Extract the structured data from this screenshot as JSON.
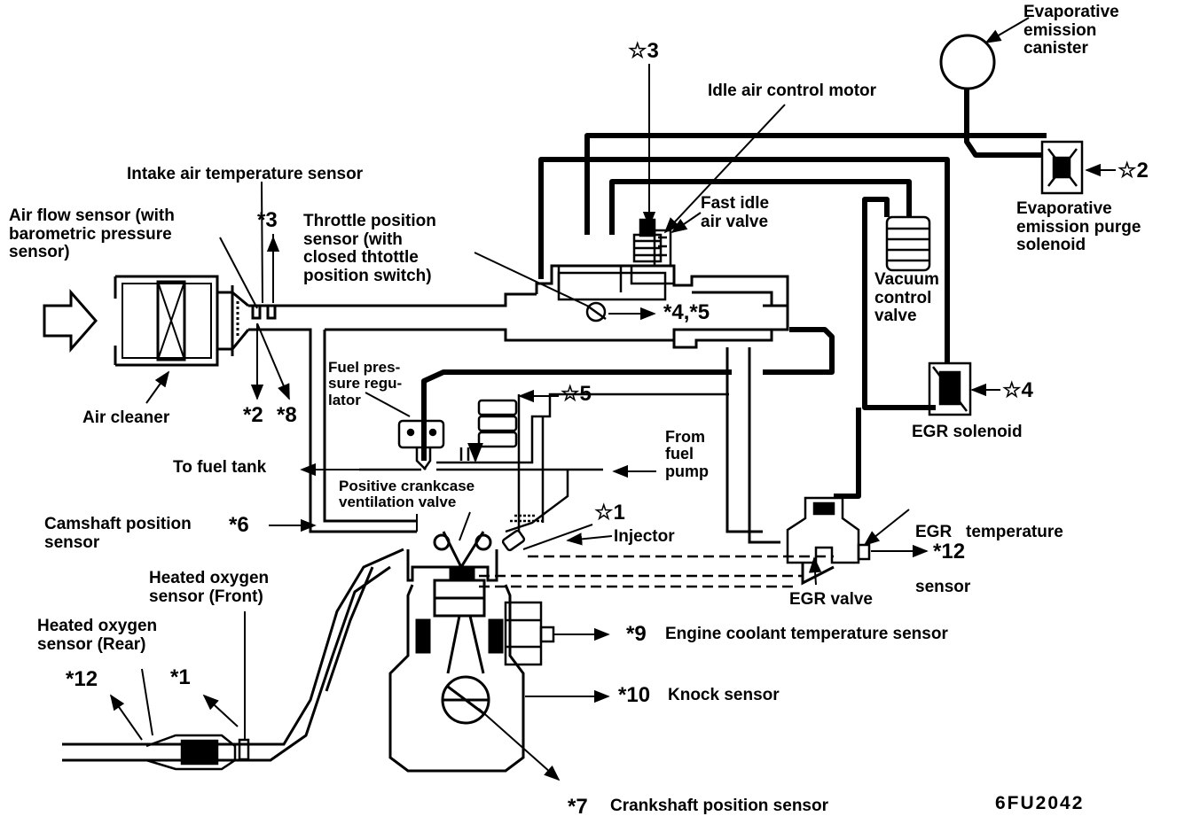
{
  "labels": {
    "evap_canister": [
      "Evaporative",
      "emission",
      "canister"
    ],
    "star3": "☆3",
    "idle_air_control_motor": "Idle air control motor",
    "star2": "☆2",
    "intake_air_temp_sensor": "Intake air temperature sensor",
    "fast_idle_air_valve": [
      "Fast idle",
      "air valve"
    ],
    "evap_purge_solenoid": [
      "Evaporative",
      "emission purge",
      "solenoid"
    ],
    "air_flow_sensor": [
      "Air flow sensor (with",
      "barometric pressure",
      "sensor)"
    ],
    "ref3": "*3",
    "throttle_position_sensor": [
      "Throttle position",
      "sensor (with",
      "closed thtottle",
      "position switch)"
    ],
    "vacuum_control_valve": [
      "Vacuum",
      "control",
      "valve"
    ],
    "ref45": "*4,*5",
    "ref2": "*2",
    "ref8": "*8",
    "air_cleaner": "Air cleaner",
    "fuel_pressure_regulator": [
      "Fuel pres-",
      "sure regu-",
      "lator"
    ],
    "star5": "☆5",
    "star4": "☆4",
    "egr_solenoid": "EGR solenoid",
    "from_fuel_pump": [
      "From",
      "fuel",
      "pump"
    ],
    "to_fuel_tank": "To fuel tank",
    "pcv_valve": [
      "Positive crankcase",
      "ventilation valve"
    ],
    "egr_temp_sensor": [
      "EGR   temperature",
      "sensor"
    ],
    "camshaft_sensor": [
      "Camshaft position",
      "sensor"
    ],
    "ref6": "*6",
    "star1": "☆1",
    "injector": "Injector",
    "ref12_right": "*12",
    "heated_o2_front": [
      "Heated oxygen",
      "sensor (Front)"
    ],
    "egr_valve": "EGR valve",
    "heated_o2_rear": [
      "Heated oxygen",
      "sensor (Rear)"
    ],
    "ref9": "*9",
    "engine_coolant_sensor": "Engine coolant temperature sensor",
    "ref12_left": "*12",
    "ref1": "*1",
    "ref10": "*10",
    "knock_sensor": "Knock sensor",
    "ref7": "*7",
    "crankshaft_sensor": "Crankshaft position sensor",
    "figure_code": "6FU2042"
  }
}
